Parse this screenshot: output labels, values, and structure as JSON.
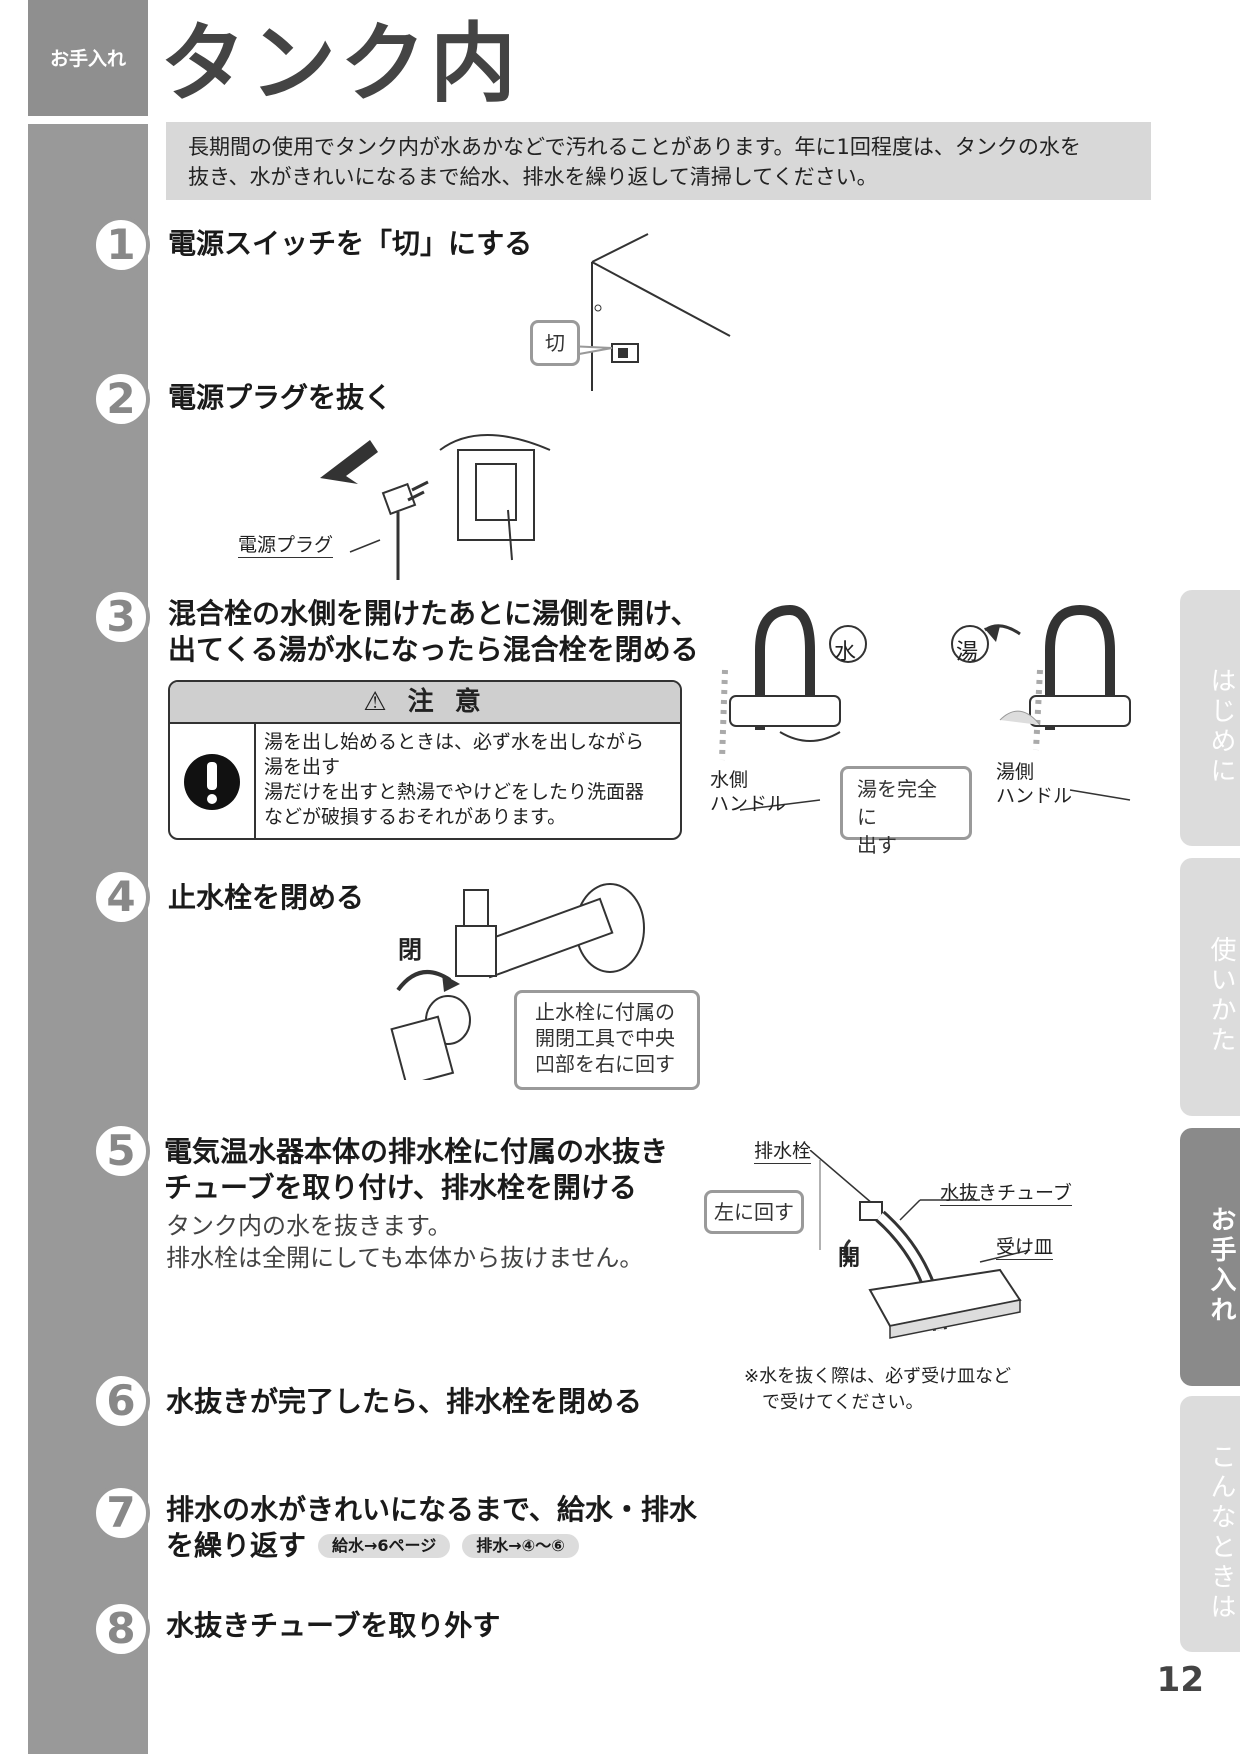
{
  "section_tag": "お手入れ",
  "page_title": "タンク内",
  "intro": {
    "line1": "長期間の使用でタンク内が水あかなどで汚れることがあります。年に1回程度は、タンクの水を",
    "line2": "抜き、水がきれいになるまで給水、排水を繰り返して清掃してください。"
  },
  "steps": [
    {
      "num": "1",
      "text": "電源スイッチを「切」にする"
    },
    {
      "num": "2",
      "text": "電源プラグを抜く"
    },
    {
      "num": "3",
      "line1": "混合栓の水側を開けたあとに湯側を開け、",
      "line2": "出てくる湯が水になったら混合栓を閉める"
    },
    {
      "num": "4",
      "text": "止水栓を閉める"
    },
    {
      "num": "5",
      "line1": "電気温水器本体の排水栓に付属の水抜き",
      "line2": "チューブを取り付け、排水栓を開ける",
      "sub1": "タンク内の水を抜きます。",
      "sub2": "排水栓は全開にしても本体から抜けません。"
    },
    {
      "num": "6",
      "text": "水抜きが完了したら、排水栓を閉める"
    },
    {
      "num": "7",
      "line1": "排水の水がきれいになるまで、給水・排水",
      "line2": "を繰り返す",
      "ref1": "給水→6ページ",
      "ref2": "排水→④～⑥"
    },
    {
      "num": "8",
      "text": "水抜きチューブを取り外す"
    }
  ],
  "fig1": {
    "switch_label": "切"
  },
  "fig2": {
    "plug_label": "電源プラグ"
  },
  "caution": {
    "heading": "注 意",
    "line1": "湯を出し始めるときは、必ず水を出しながら",
    "line2": "湯を出す",
    "line3": "湯だけを出すと熱湯でやけどをしたり洗面器",
    "line4": "などが破損するおそれがあります。"
  },
  "fig3": {
    "water_symbol": "水",
    "hot_symbol": "湯",
    "water_handle_1": "水側",
    "water_handle_2": "ハンドル",
    "hot_handle_1": "湯側",
    "hot_handle_2": "ハンドル",
    "callout_1": "湯を完全に",
    "callout_2": "出す"
  },
  "fig4": {
    "close_label": "閉",
    "callout_1": "止水栓に付属の",
    "callout_2": "開閉工具で中央",
    "callout_3": "凹部を右に回す"
  },
  "fig5": {
    "drain_plug": "排水栓",
    "turn_left": "左に回す",
    "open_label": "開",
    "tube": "水抜きチューブ",
    "tray": "受け皿",
    "note1": "※水を抜く際は、必ず受け皿など",
    "note2": "で受けてください。"
  },
  "side_tabs": [
    "はじめに",
    "使いかた",
    "お手入れ",
    "こんなときは"
  ],
  "page_number": "12"
}
